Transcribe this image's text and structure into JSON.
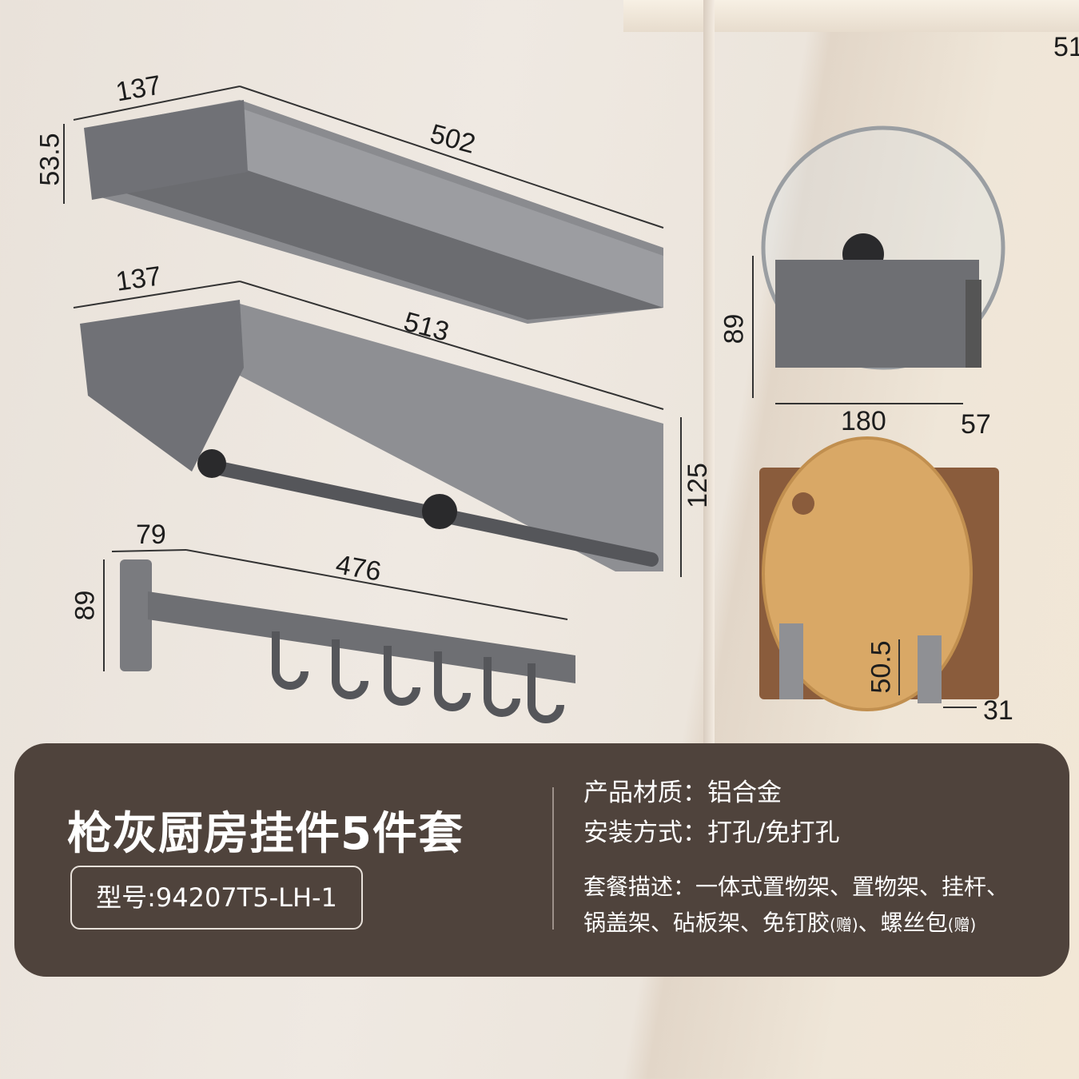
{
  "product": {
    "title": "枪灰厨房挂件5件套",
    "model": "型号:94207T5-LH-1",
    "specs": {
      "material": "产品材质：铝合金",
      "install": "安装方式：打孔/免打孔",
      "package_line1": "套餐描述：一体式置物架、置物架、挂杆、",
      "package_line2_a": "锅盖架、砧板架、免钉胶",
      "gift1": "(赠)",
      "package_line2_b": "、螺丝包",
      "gift2": "(赠)"
    }
  },
  "dimensions": {
    "shelf_depth": "137",
    "shelf_height": "53.5",
    "shelf_length": "502",
    "rack_depth": "137",
    "rack_length": "513",
    "rack_height": "125",
    "rail_depth": "79",
    "rail_height": "89",
    "rail_length": "476",
    "lid_height": "89",
    "lid_width": "180",
    "lid_depth": "57",
    "board_height": "50.5",
    "board_depth": "31",
    "corner": "51"
  },
  "colors": {
    "panel": "#4f433c",
    "metal": "#6e6f73",
    "wood": "#d9a866"
  }
}
